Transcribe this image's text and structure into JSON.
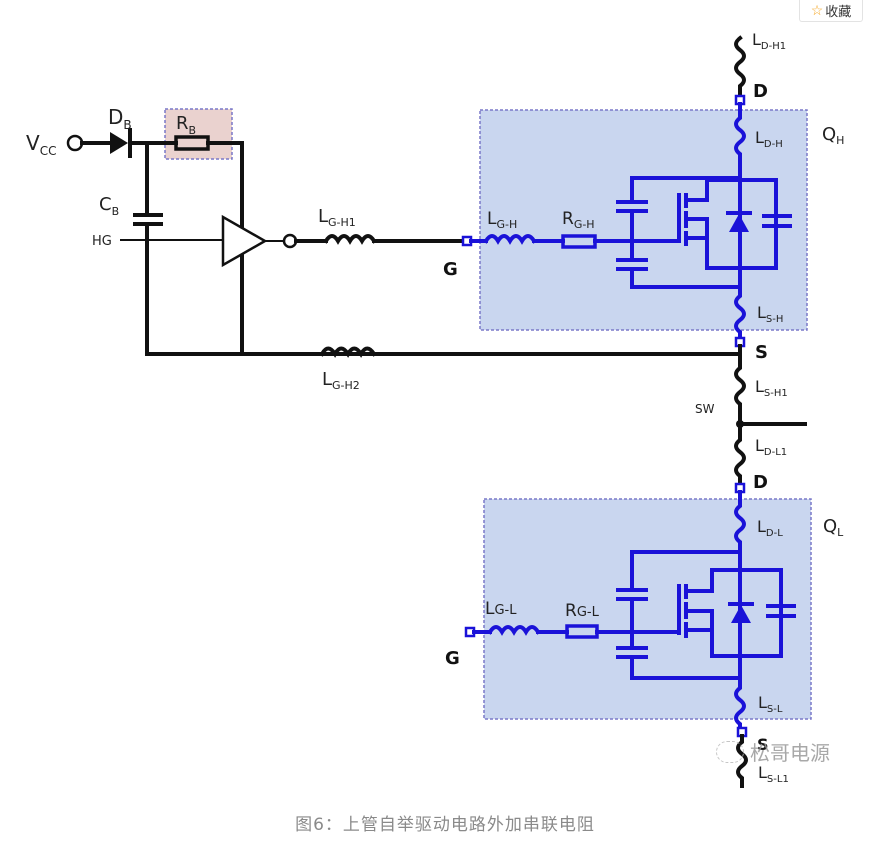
{
  "favorite_button": {
    "icon": "star-icon",
    "label": "收藏"
  },
  "caption": "图6：上管自举驱动电路外加串联电阻",
  "watermark": "松哥电源",
  "colors": {
    "blue_wire": "#1a12d8",
    "mosfet_box": "#c9d6ef",
    "rb_box": "#ead2cf",
    "black_wire": "#111111"
  },
  "labels": {
    "vcc": {
      "main": "V",
      "sub": "CC"
    },
    "db": {
      "main": "D",
      "sub": "B"
    },
    "rb": {
      "main": "R",
      "sub": "B"
    },
    "cb": {
      "main": "C",
      "sub": "B"
    },
    "hg": "HG",
    "lgh1": {
      "main": "L",
      "sub": "G-H1"
    },
    "lgh2": {
      "main": "L",
      "sub": "G-H2"
    },
    "g_high": "G",
    "lgh": {
      "main": "L",
      "sub": "G-H"
    },
    "rgh": {
      "main": "R",
      "sub": "G-H"
    },
    "ldh1": {
      "main": "L",
      "sub": "D-H1"
    },
    "d_high": "D",
    "ldh": {
      "main": "L",
      "sub": "D-H"
    },
    "qh": {
      "main": "Q",
      "sub": "H"
    },
    "lsh": {
      "main": "L",
      "sub": "S-H"
    },
    "s_high": "S",
    "lsh1": {
      "main": "L",
      "sub": "S-H1"
    },
    "sw": "SW",
    "ldl1": {
      "main": "L",
      "sub": "D-L1"
    },
    "d_low": "D",
    "ldl": {
      "main": "L",
      "sub": "D-L"
    },
    "ql": {
      "main": "Q",
      "sub": "L"
    },
    "g_low": "G",
    "lgl": {
      "main": "L",
      "sub": "G-L"
    },
    "rgl": {
      "main": "R",
      "sub": "G-L"
    },
    "lsl": {
      "main": "L",
      "sub": "S-L"
    },
    "s_low": "S",
    "lsl1": {
      "main": "L",
      "sub": "S-L1"
    }
  }
}
